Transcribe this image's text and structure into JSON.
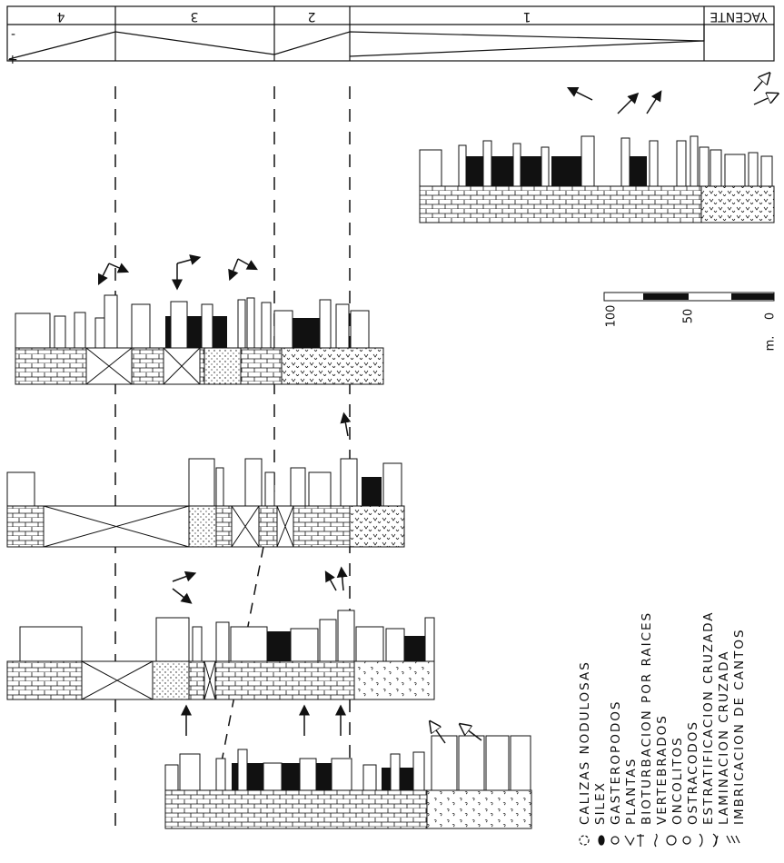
{
  "header": {
    "yacente_label": "YACENTE",
    "units": [
      {
        "id": "unit-4",
        "label": "4"
      },
      {
        "id": "unit-3",
        "label": "3"
      },
      {
        "id": "unit-2",
        "label": "2"
      },
      {
        "id": "unit-1",
        "label": "1"
      }
    ],
    "axis_minus": "-",
    "axis_plus": "+"
  },
  "scale": {
    "unit": "m.",
    "ticks": [
      "100",
      "50",
      "0"
    ]
  },
  "legend": {
    "items": [
      {
        "name": "legend-calizas-nodulosas",
        "label": "CALIZAS  NODULOSAS"
      },
      {
        "name": "legend-silex",
        "label": "SILEX"
      },
      {
        "name": "legend-gasteropodos",
        "label": "GASTEROPODOS"
      },
      {
        "name": "legend-plantas",
        "label": "PLANTAS"
      },
      {
        "name": "legend-bioturbacion",
        "label": "BIOTURBACION  POR  RAICES"
      },
      {
        "name": "legend-vertebrados",
        "label": "VERTEBRADOS"
      },
      {
        "name": "legend-oncolitos",
        "label": "ONCOLITOS"
      },
      {
        "name": "legend-ostracodos",
        "label": "OSTRACODOS"
      },
      {
        "name": "legend-estratificacion",
        "label": "ESTRATIFICACION  CRUZADA"
      },
      {
        "name": "legend-laminacion",
        "label": "LAMINACION  CRUZADA"
      },
      {
        "name": "legend-imbricacion",
        "label": "IMBRICACION  DE  CANTOS"
      }
    ]
  },
  "colors": {
    "ink": "#111111",
    "paper": "#ffffff"
  }
}
